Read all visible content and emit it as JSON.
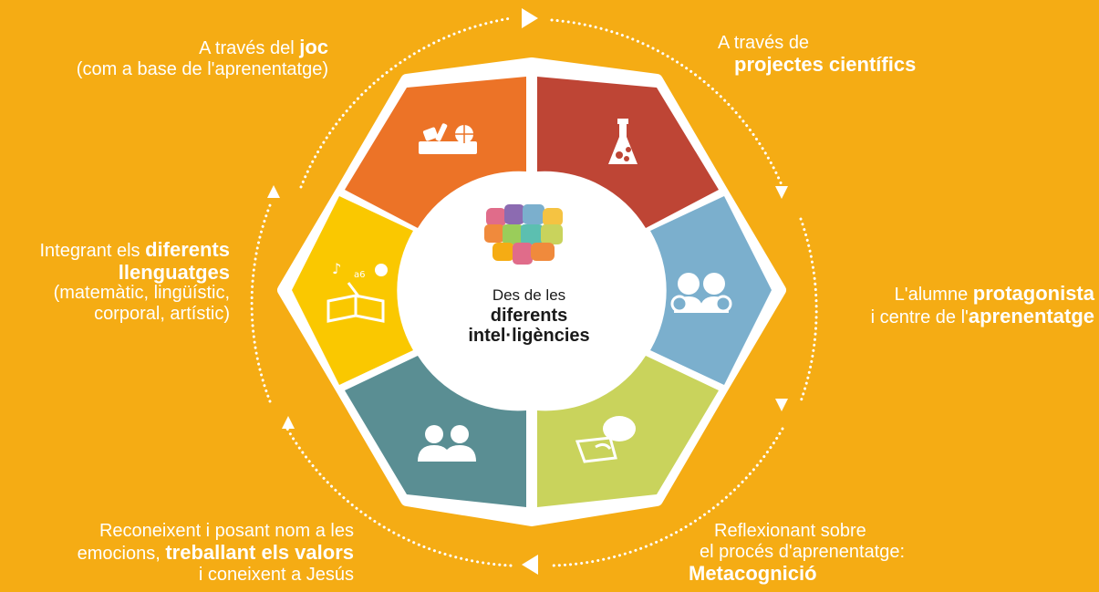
{
  "center": {
    "line1": "Des de les",
    "line2": "diferents",
    "line3": "intel·ligències"
  },
  "labels": {
    "top_left": {
      "line1_pre": "A través del ",
      "line1_bold": "joc",
      "line2": "(com a base de l'aprenentatge)"
    },
    "top_right": {
      "line1": "A través de",
      "line2_bold": "projectes científics"
    },
    "left": {
      "line1_pre": "Integrant els ",
      "line1_bold": "diferents",
      "line2_bold": "llenguatges",
      "line3": "(matemàtic, lingüístic,",
      "line4": "corporal, artístic)"
    },
    "right": {
      "line1_pre": "L'alumne ",
      "line1_bold": "protagonista",
      "line2_pre": "i centre de l'",
      "line2_bold": "aprenentatge"
    },
    "bottom_left": {
      "line1": "Reconeixent i posant nom a les",
      "line2_pre": "emocions, ",
      "line2_bold": "treballant els valors",
      "line3": "i coneixent a Jesús"
    },
    "bottom_right": {
      "line1": "Reflexionant sobre",
      "line2": "el procés d'aprenentatge:",
      "line3_bold": "Metacognició"
    }
  },
  "segments": [
    {
      "name": "joc",
      "color": "#EC7327",
      "icon": "toys-box-icon"
    },
    {
      "name": "projectes",
      "color": "#BE4535",
      "icon": "flask-icon"
    },
    {
      "name": "protagonista",
      "color": "#7BAFCD",
      "icon": "students-check-icon"
    },
    {
      "name": "metacognicio",
      "color": "#C9D35C",
      "icon": "speech-bubble-icon"
    },
    {
      "name": "valors",
      "color": "#5A8E93",
      "icon": "friends-hug-icon"
    },
    {
      "name": "llenguatges",
      "color": "#FAC800",
      "icon": "open-book-icon"
    }
  ],
  "colors": {
    "background": "#F5AC14",
    "center": "#FFFFFF",
    "ring_dots": "#FFFFFF"
  }
}
